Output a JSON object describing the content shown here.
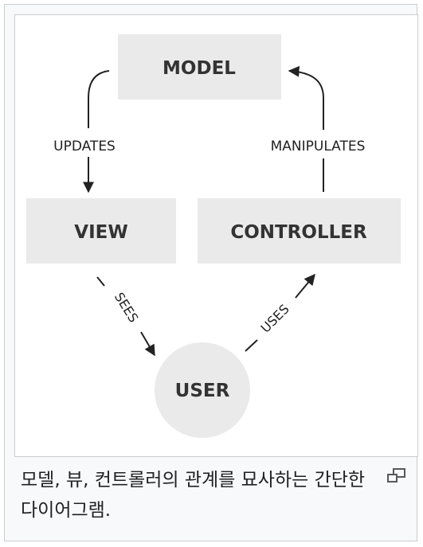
{
  "diagram": {
    "nodes": {
      "model": "MODEL",
      "view": "VIEW",
      "controller": "CONTROLLER",
      "user": "USER"
    },
    "edges": {
      "updates": "UPDATES",
      "manipulates": "MANIPULATES",
      "sees": "SEES",
      "uses": "USES"
    },
    "colors": {
      "box_fill": "#eaeaea",
      "text": "#333333",
      "arrow": "#222222",
      "frame_border": "#c8ccd1",
      "frame_background": "#f8f9fa"
    }
  },
  "caption": {
    "text": "모델, 뷰, 컨트롤러의 관계를 묘사하는 간단한 다이어그램."
  },
  "magnify_icon": "magnify-clip-icon"
}
